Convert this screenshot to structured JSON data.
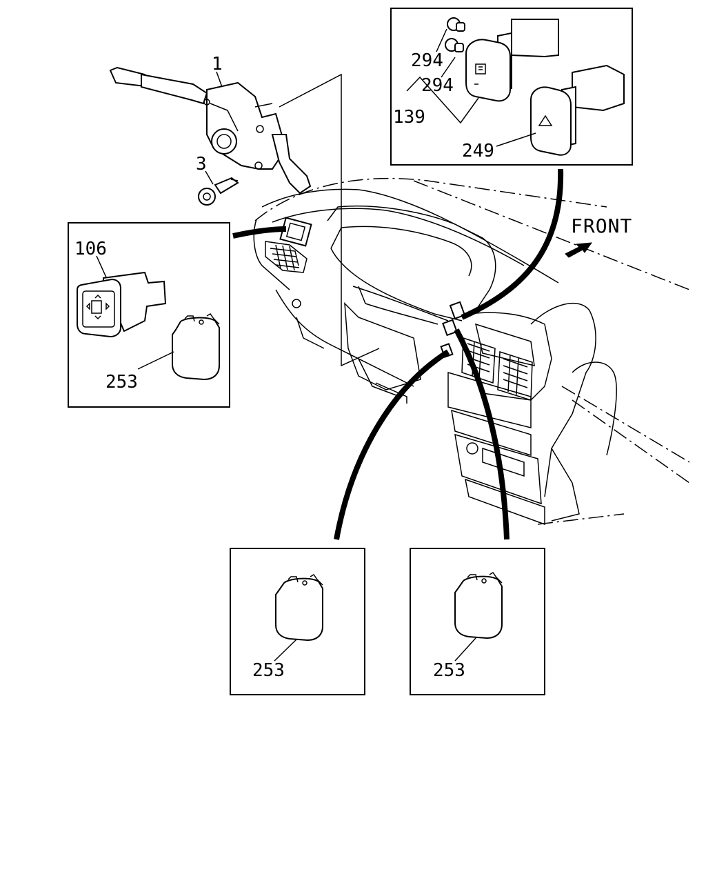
{
  "labels": {
    "combination_switch": "1",
    "screw": "3",
    "switch_106": "106",
    "switch_139": "139",
    "clip_upper": "294",
    "clip_lower": "294",
    "hazard_switch": "249",
    "cap_left_box": "253",
    "cap_bottom_left": "253",
    "cap_bottom_right": "253"
  },
  "direction": {
    "text": "FRONT"
  }
}
